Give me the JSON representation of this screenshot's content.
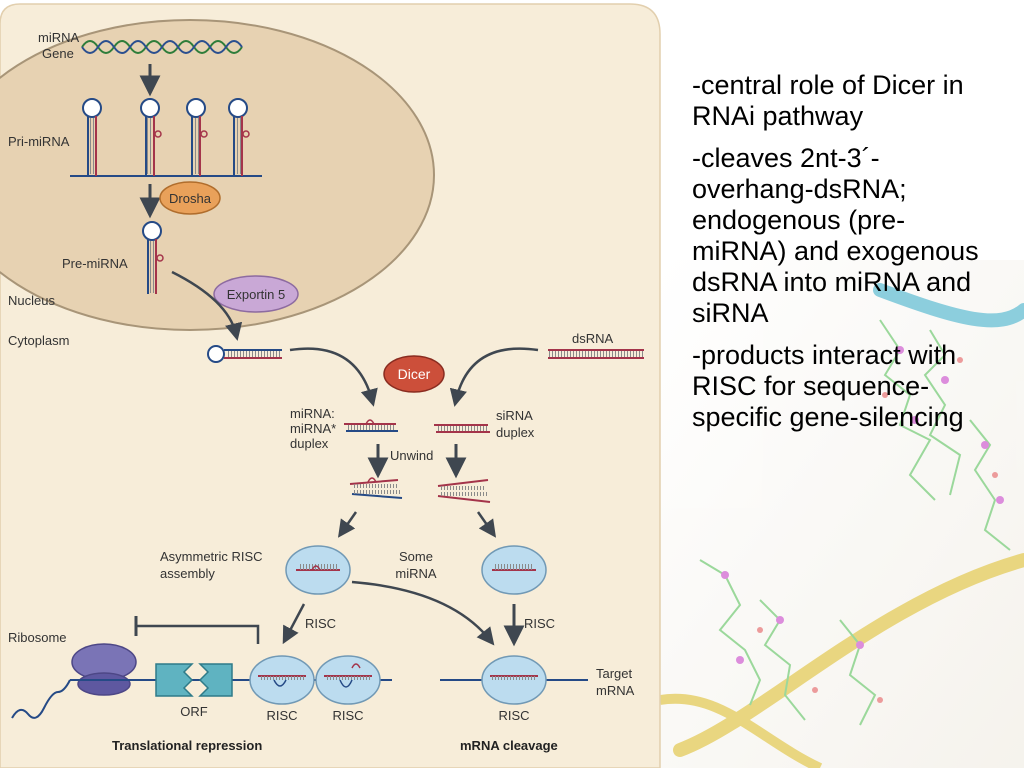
{
  "diagram": {
    "labels": {
      "mirna_gene": [
        "miRNA",
        "Gene"
      ],
      "pri_mirna": "Pri-miRNA",
      "drosha": "Drosha",
      "pre_mirna": "Pre-miRNA",
      "exportin": "Exportin 5",
      "nucleus": "Nucleus",
      "cytoplasm": "Cytoplasm",
      "dsrna": "dsRNA",
      "dicer": "Dicer",
      "mirna_duplex": [
        "miRNA:",
        "miRNA*",
        "duplex"
      ],
      "sirna_duplex": [
        "siRNA",
        "duplex"
      ],
      "unwind": "Unwind",
      "asym_risc": [
        "Asymmetric RISC",
        "assembly"
      ],
      "some_mirna": [
        "Some",
        "miRNA"
      ],
      "ribosome": "Ribosome",
      "risc_left": "RISC",
      "risc_right": "RISC",
      "orf": "ORF",
      "risc_a": "RISC",
      "risc_b": "RISC",
      "risc_c": "RISC",
      "target_mrna": [
        "Target",
        "mRNA"
      ],
      "translational_repression": "Translational repression",
      "mrna_cleavage": "mRNA cleavage"
    }
  },
  "bullets": [
    "-central role of Dicer in RNAi pathway",
    "-cleaves 2nt-3´-overhang-dsRNA; endogenous (pre-miRNA) and exogenous dsRNA into miRNA and siRNA",
    "-products interact with RISC for sequence-specific gene-silencing"
  ],
  "colors": {
    "cell": "#f7edd9",
    "nucleus": "#e7d2b2",
    "drosha": "#e9a15a",
    "exportin": "#c9a8d6",
    "dicer": "#cc4f3a",
    "risc": "#bcdcef",
    "ribosome": "#7a74b6",
    "orf": "#5fb3c1",
    "rna_red": "#a4344a",
    "mrna_blue": "#254a86"
  }
}
